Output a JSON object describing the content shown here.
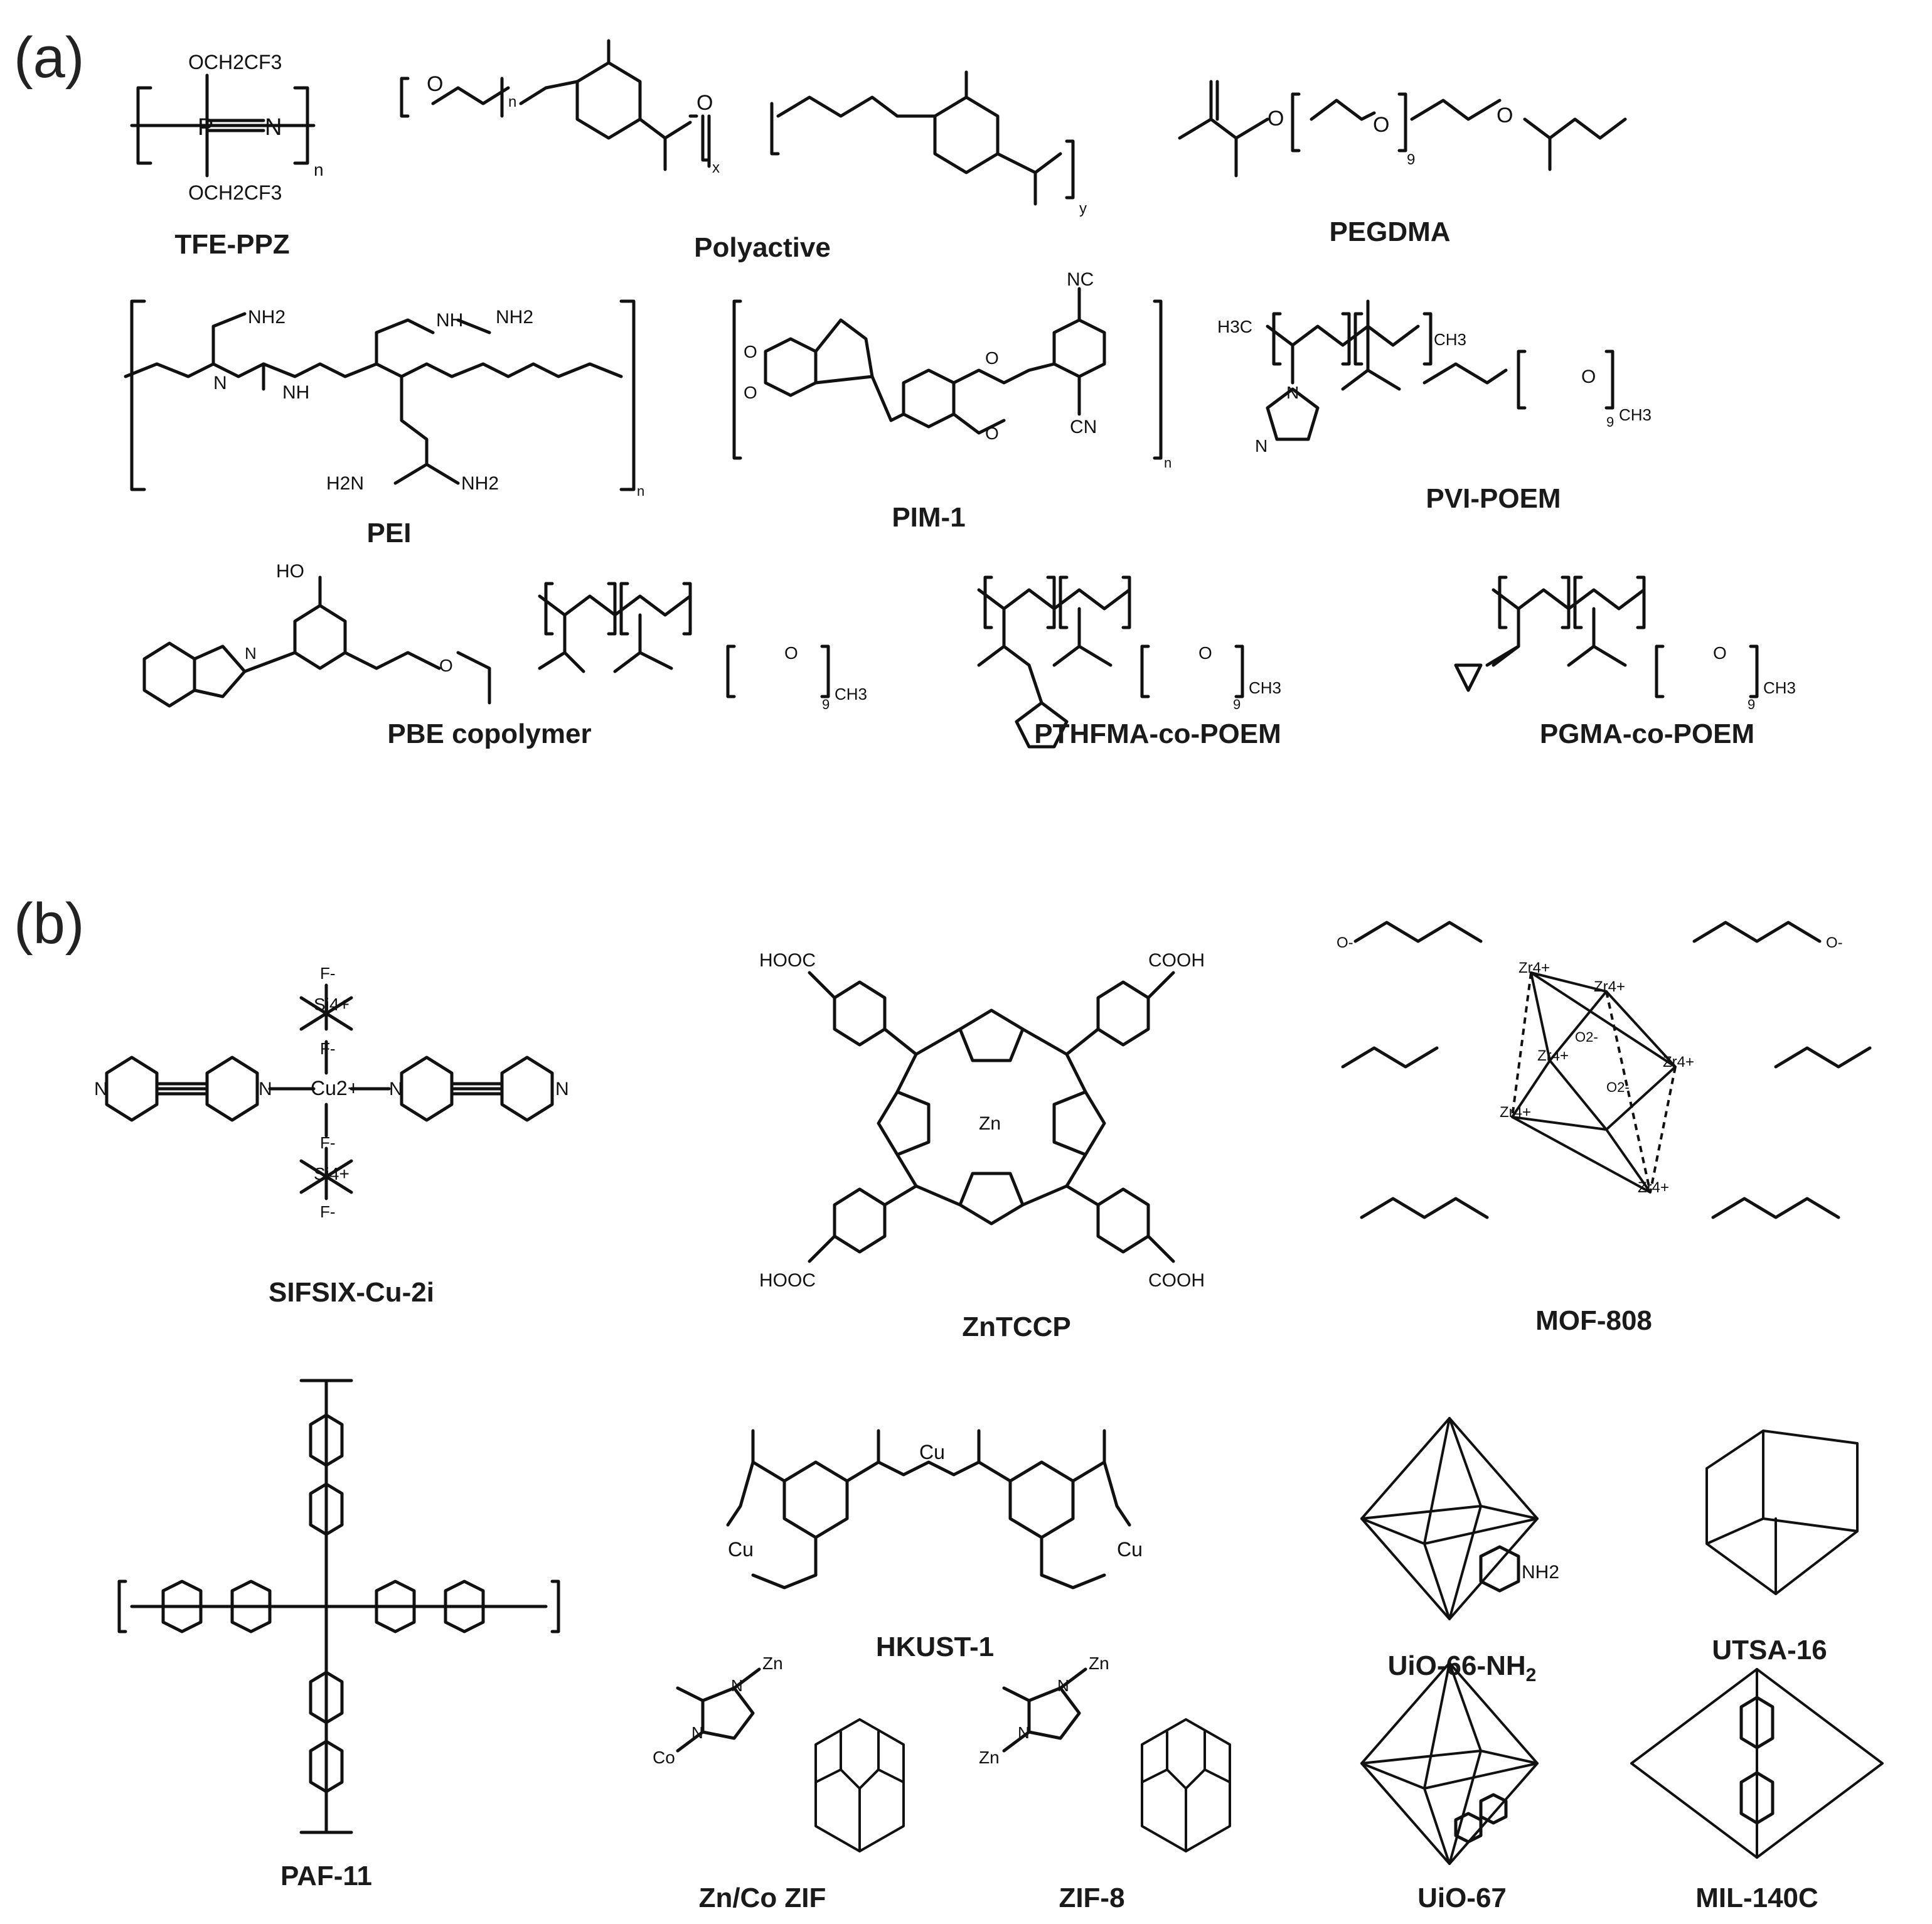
{
  "panels": {
    "a": "(a)",
    "b": "(b)"
  },
  "polymers": [
    {
      "id": "tfe-ppz",
      "name": "TFE-PPZ"
    },
    {
      "id": "polyactive",
      "name": "Polyactive"
    },
    {
      "id": "pegdma",
      "name": "PEGDMA"
    },
    {
      "id": "pei",
      "name": "PEI"
    },
    {
      "id": "pim-1",
      "name": "PIM-1"
    },
    {
      "id": "pvi-poem",
      "name": "PVI-POEM"
    },
    {
      "id": "pbe",
      "name": "PBE copolymer"
    },
    {
      "id": "pthfma",
      "name": "PTHFMA-co-POEM"
    },
    {
      "id": "pgma",
      "name": "PGMA-co-POEM"
    }
  ],
  "fillers": [
    {
      "id": "sifsix",
      "name": "SIFSIX-Cu-2i"
    },
    {
      "id": "zntccp",
      "name": "ZnTCCP"
    },
    {
      "id": "mof808",
      "name": "MOF-808"
    },
    {
      "id": "paf11",
      "name": "PAF-11"
    },
    {
      "id": "hkust1",
      "name": "HKUST-1"
    },
    {
      "id": "uio66",
      "name": "UiO-66-NH",
      "sub": "2"
    },
    {
      "id": "utsa16",
      "name": "UTSA-16"
    },
    {
      "id": "znco",
      "name": "Zn/Co ZIF"
    },
    {
      "id": "zif8",
      "name": "ZIF-8"
    },
    {
      "id": "uio67",
      "name": "UiO-67"
    },
    {
      "id": "mil140c",
      "name": "MIL-140C"
    }
  ],
  "atom_labels": {
    "tfe_sub": "OCH2CF3",
    "p": "P",
    "n": "N",
    "o": "O",
    "n_sub": "n",
    "x_sub": "x",
    "y_sub": "y",
    "nine": "9",
    "nh": "NH",
    "nh2": "NH2",
    "h2n": "H2N",
    "nc": "NC",
    "cn": "CN",
    "h3c": "H3C",
    "ch3": "CH3",
    "ho": "HO",
    "f": "F-",
    "si": "Si4+",
    "cu2": "Cu2+",
    "zn": "Zn",
    "cu": "Cu",
    "co": "Co",
    "cooh": "COOH",
    "hooc": "HOOC",
    "zr": "Zr4+",
    "o2": "O2-",
    "om": "O-"
  }
}
